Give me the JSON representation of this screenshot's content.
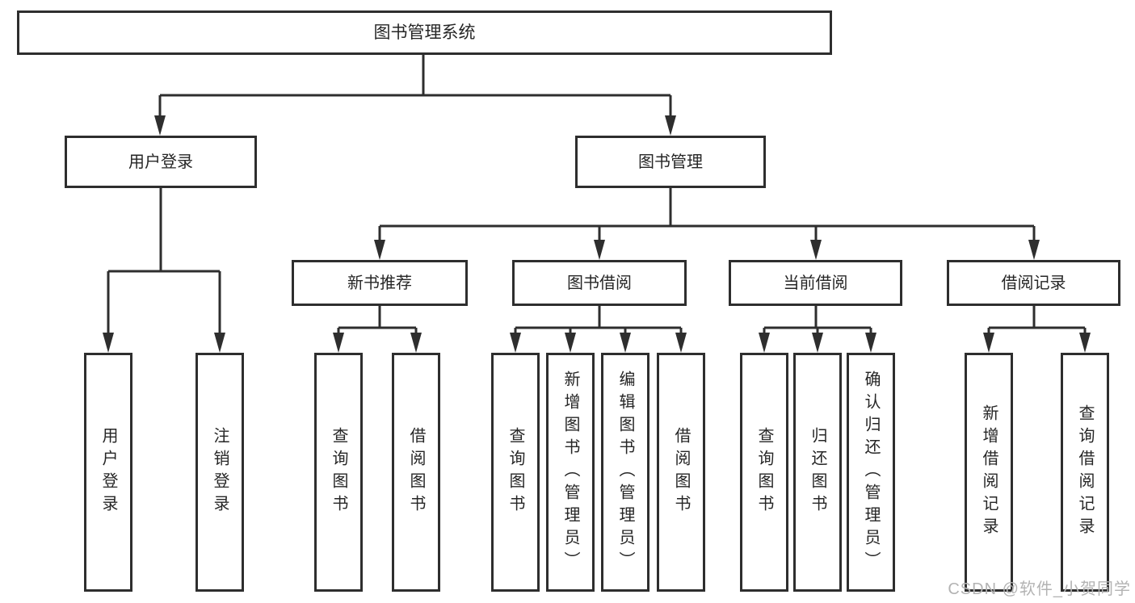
{
  "diagram": {
    "root": {
      "label": "图书管理系统"
    },
    "level2": [
      {
        "label": "用户登录"
      },
      {
        "label": "图书管理"
      }
    ],
    "level3": [
      {
        "label": "新书推荐"
      },
      {
        "label": "图书借阅"
      },
      {
        "label": "当前借阅"
      },
      {
        "label": "借阅记录"
      }
    ],
    "leaves": {
      "user_login": [
        "用户登录",
        "注销登录"
      ],
      "new_book": [
        "查询图书",
        "借阅图书"
      ],
      "book_borrow": [
        "查询图书",
        "新增图书（管理员）",
        "编辑图书（管理员）",
        "借阅图书"
      ],
      "current_borrow": [
        "查询图书",
        "归还图书",
        "确认归还（管理员）"
      ],
      "borrow_record": [
        "新增借阅记录",
        "查询借阅记录"
      ]
    }
  },
  "watermark": "CSDN @软件_小贺同学",
  "colors": {
    "line": "#2e2e2e",
    "text": "#262626",
    "watermark_gray": "#b3b3b3",
    "background": "#ffffff"
  }
}
